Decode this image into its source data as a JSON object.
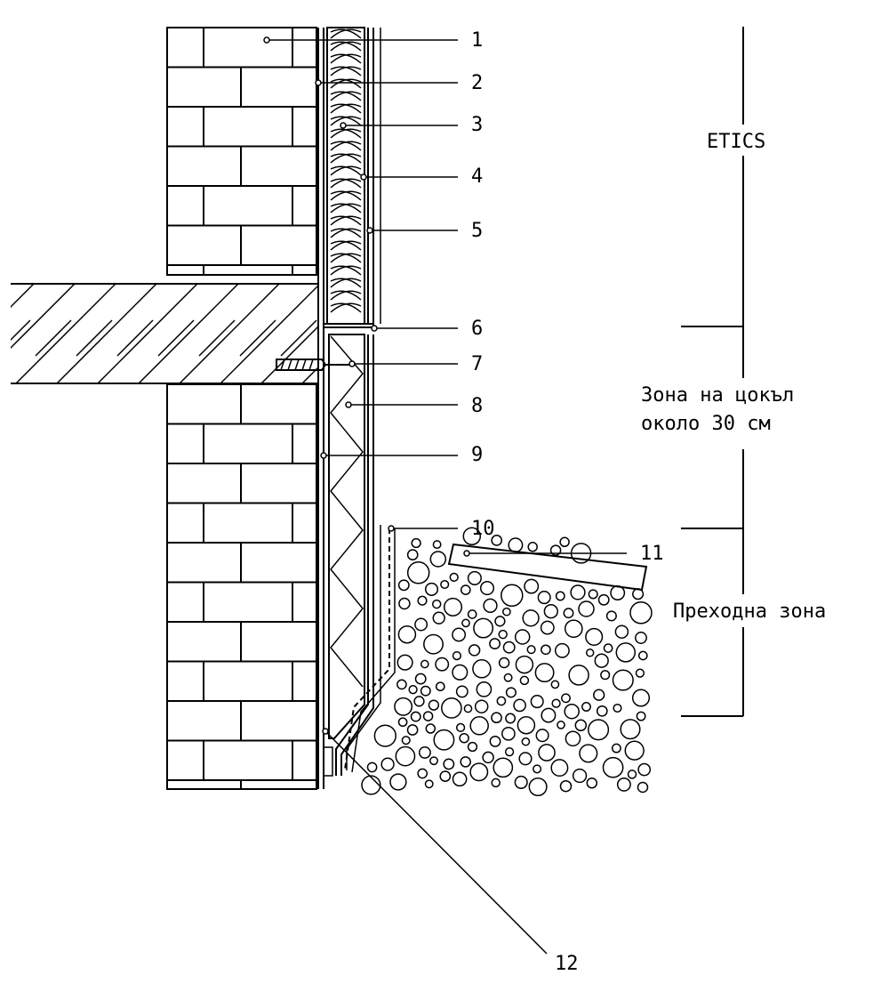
{
  "callouts": [
    "1",
    "2",
    "3",
    "4",
    "5",
    "6",
    "7",
    "8",
    "9",
    "10",
    "11",
    "12"
  ],
  "zones": {
    "etics": "ETICS",
    "plinth_line1": "Зона на цокъл",
    "plinth_line2": "около 30 см",
    "transition": "Преходна зона"
  },
  "colors": {
    "line": "#000000",
    "background": "#ffffff"
  }
}
